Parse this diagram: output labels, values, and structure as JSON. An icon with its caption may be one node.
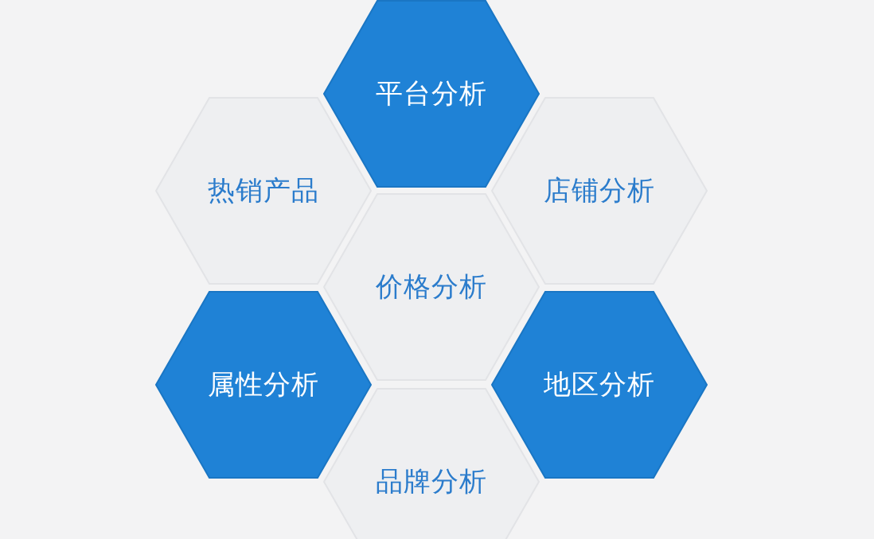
{
  "diagram": {
    "nodes": [
      {
        "text": [
          "平台分析"
        ]
      },
      {
        "text": [
          "热销产品"
        ]
      },
      {
        "text": [
          "店铺分析"
        ]
      },
      {
        "text": [
          "价格分析"
        ]
      },
      {
        "text": [
          "属性分析"
        ]
      },
      {
        "text": [
          "地区分析"
        ]
      },
      {
        "text": [
          "品牌分析"
        ]
      }
    ]
  }
}
